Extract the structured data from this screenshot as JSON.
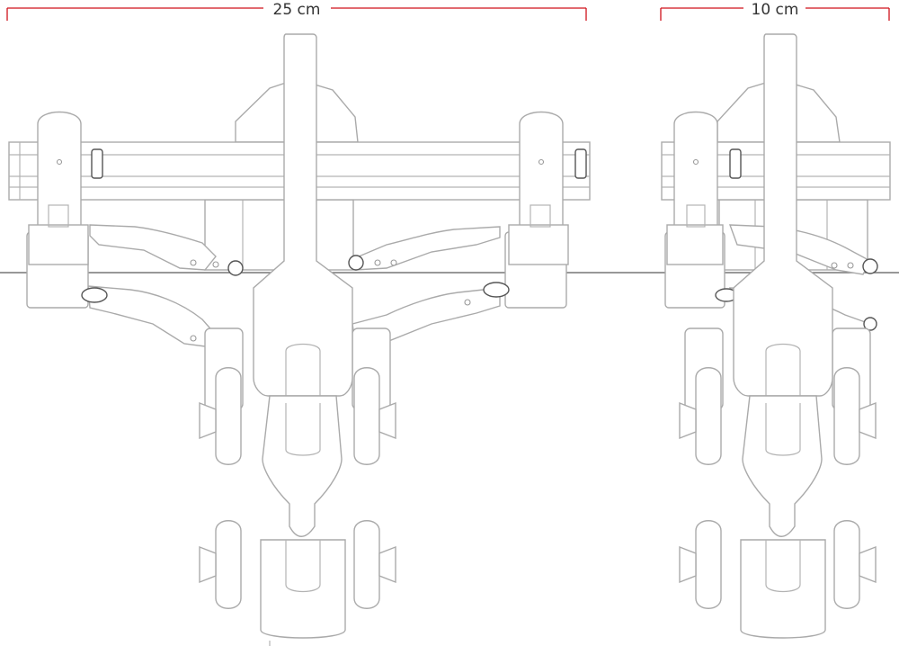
{
  "dimensions": {
    "left_label": "25 cm",
    "right_label": "10 cm",
    "line_color": "#d0121b"
  },
  "figure": {
    "views": [
      "wide-configuration",
      "narrow-configuration"
    ],
    "line_color": "#aaaaaa",
    "ground_color": "#777777"
  }
}
